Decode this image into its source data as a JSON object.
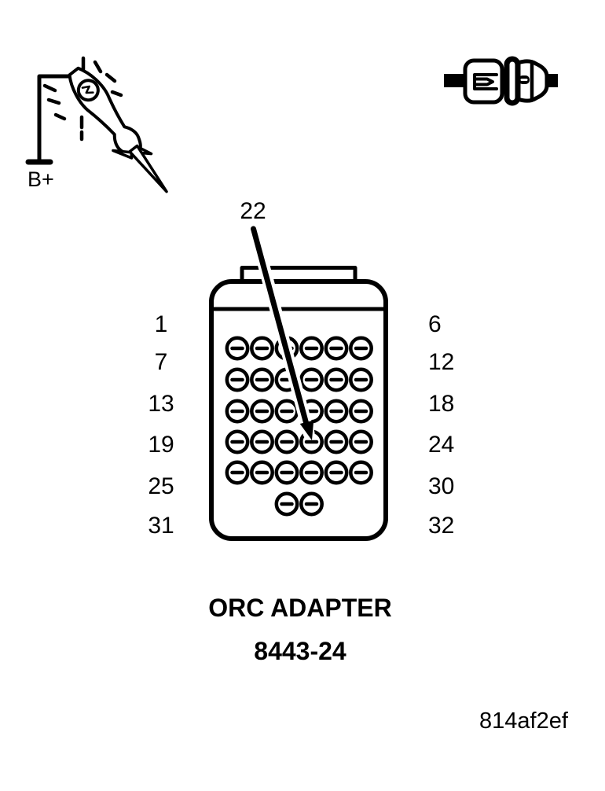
{
  "colors": {
    "ink": "#000000",
    "background": "#ffffff"
  },
  "power_probe": {
    "label": "B+",
    "icon": "test-light-probe-icon"
  },
  "harness_icon": "inline-connector-pair-icon",
  "callout": {
    "pin_label": "22"
  },
  "adapter": {
    "name": "ORC ADAPTER",
    "part_number": "8443-24",
    "left_labels": [
      "1",
      "7",
      "13",
      "19",
      "25",
      "31"
    ],
    "right_labels": [
      "6",
      "12",
      "18",
      "24",
      "30",
      "32"
    ],
    "pins_per_row": [
      6,
      6,
      6,
      6,
      6,
      2
    ],
    "total_pins": 32,
    "highlighted_pin": 22
  },
  "figure": {
    "code": "814af2ef"
  }
}
